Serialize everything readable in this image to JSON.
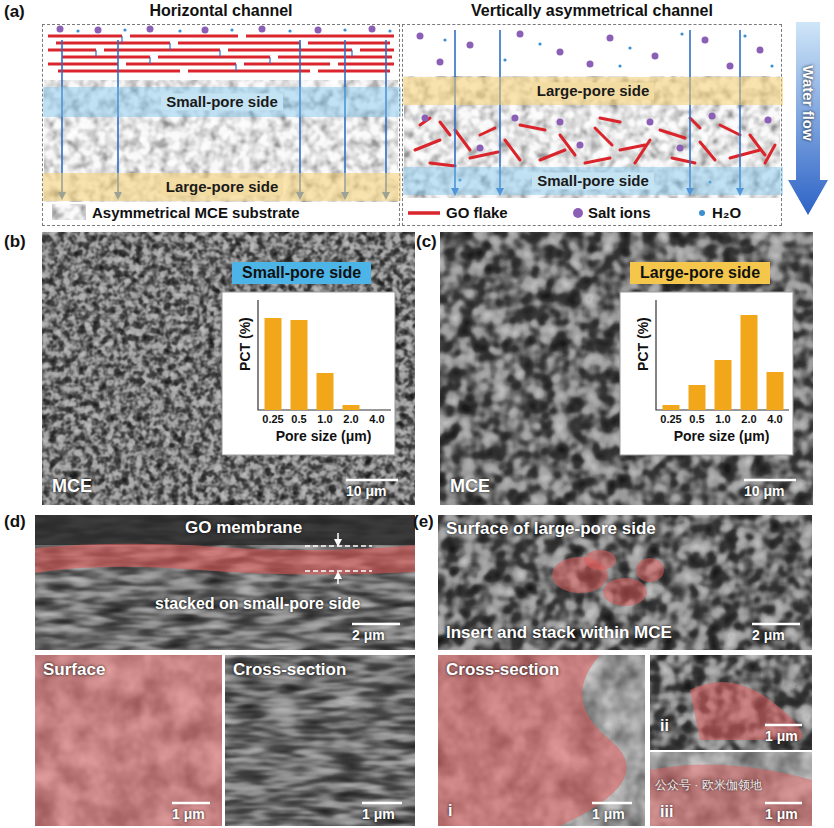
{
  "diagram": {
    "nodes": [
      {
        "text": [
          "Horizontal channel"
        ]
      },
      {
        "text": [
          "Small-pore side"
        ],
        "in": 0
      },
      {
        "text": [
          "Large-pore side"
        ],
        "in": 0
      },
      {
        "text": [
          "Vertically asymmetrical channel"
        ]
      },
      {
        "text": [
          "Large-pore side"
        ],
        "in": 3
      },
      {
        "text": [
          "Small-pore side"
        ],
        "in": 3
      },
      {
        "text": [
          "Water flow"
        ]
      },
      {
        "text": [
          "MCE"
        ]
      },
      {
        "text": [
          "Small-pore side"
        ],
        "in": 7
      },
      {
        "text": [
          "PCT (%)",
          "Pore size (μm)"
        ],
        "in": 7
      },
      {
        "text": [
          "MCE"
        ]
      },
      {
        "text": [
          "Large-pore side"
        ],
        "in": 10
      },
      {
        "text": [
          "PCT (%)",
          "Pore size (μm)"
        ],
        "in": 10
      },
      {
        "text": [
          "GO membrane",
          "stacked on small-pore side"
        ]
      },
      {
        "text": [
          "Surface"
        ]
      },
      {
        "text": [
          "Cross-section"
        ]
      },
      {
        "text": [
          "Surface of large-pore side",
          "Insert and stack within MCE"
        ]
      },
      {
        "text": [
          "Cross-section",
          "i"
        ]
      },
      {
        "text": [
          "ii"
        ]
      },
      {
        "text": [
          "iii"
        ]
      }
    ],
    "labels": [
      "(a)",
      "(b)",
      "(c)",
      "(d)",
      "(e)",
      "0.25",
      "0.5",
      "1.0",
      "2.0",
      "4.0",
      "0.25",
      "0.5",
      "1.0",
      "2.0",
      "4.0",
      "10 μm",
      "10 μm",
      "2 μm",
      "1 μm",
      "1 μm",
      "2 μm",
      "1 μm",
      "1 μm",
      "1 μm",
      "公众号 · 欧米伽领地"
    ],
    "legend": [
      {
        "text": "Asymmetrical MCE substrate"
      },
      {
        "text": "GO flake"
      },
      {
        "text": "Salt ions"
      },
      {
        "text": "H₂O"
      }
    ]
  }
}
